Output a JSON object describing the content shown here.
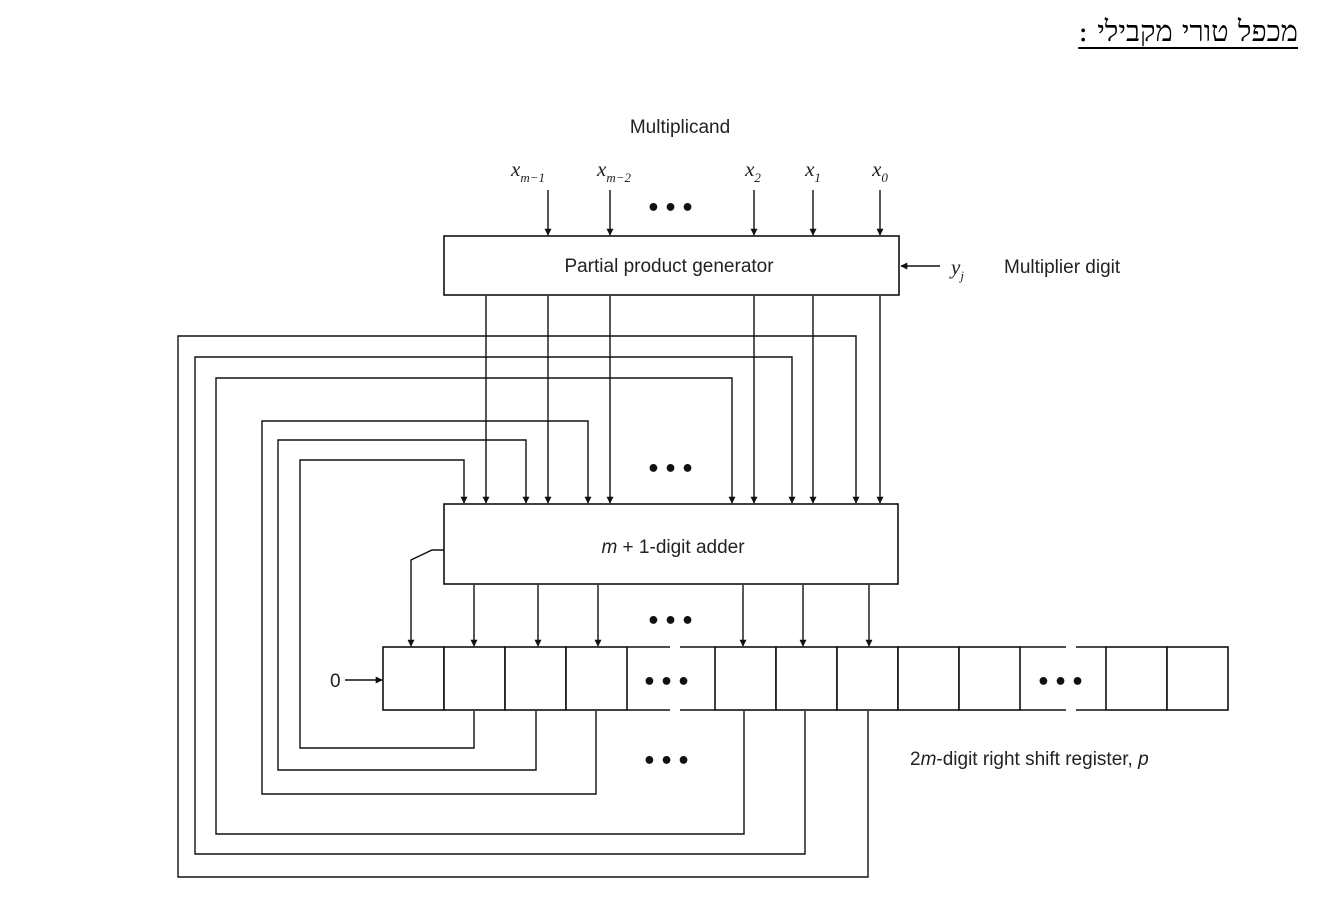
{
  "title": "מכפל טורי מקבילי :",
  "diagram": {
    "multiplicand_label": "Multiplicand",
    "inputs": [
      {
        "base": "x",
        "sub": "m−1"
      },
      {
        "base": "x",
        "sub": "m−2"
      },
      {
        "base": "x",
        "sub": "2"
      },
      {
        "base": "x",
        "sub": "1"
      },
      {
        "base": "x",
        "sub": "0"
      }
    ],
    "ppg_label": "Partial product generator",
    "multiplier_var": {
      "base": "y",
      "sub": "j"
    },
    "multiplier_label": "Multiplier digit",
    "adder_label": {
      "italic": "m",
      "rest": " + 1-digit adder"
    },
    "zero_input": "0",
    "register_label": {
      "pre": "2",
      "italic": "m",
      "mid": "-digit right shift register, ",
      "end": "p"
    },
    "ellipsis": "•••"
  }
}
